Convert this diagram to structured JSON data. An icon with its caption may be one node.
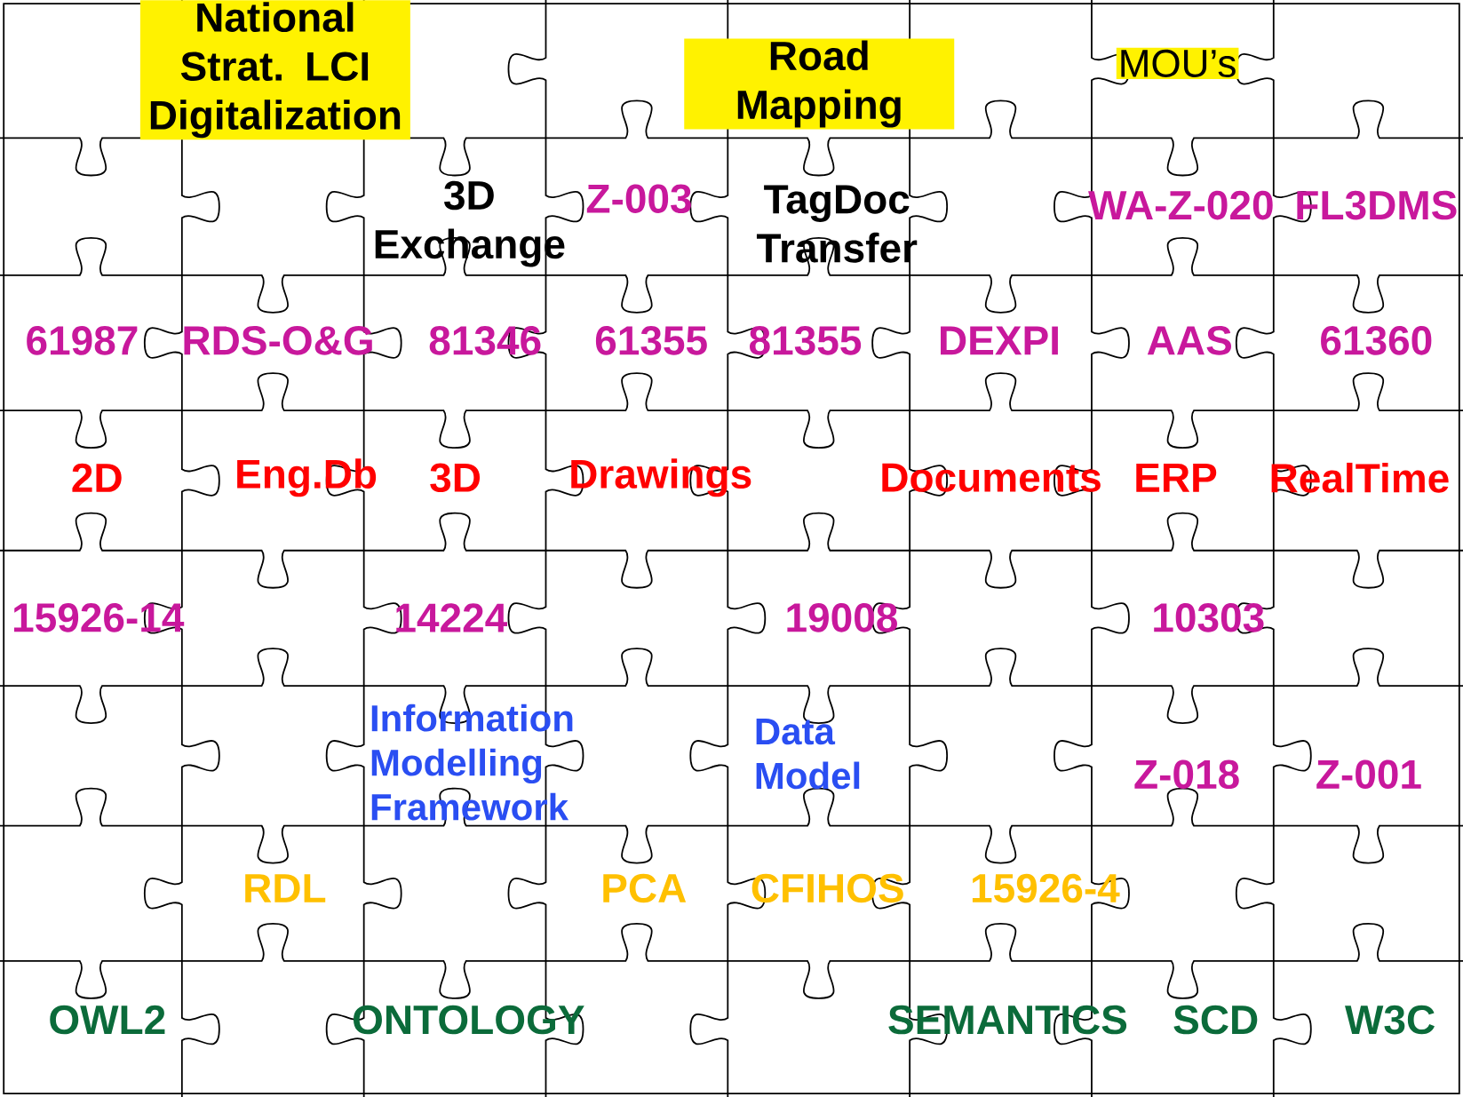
{
  "diagram": {
    "labels": [
      "National Strat. LCI Digitalization",
      "Road Mapping",
      "MOU’s",
      "3D Exchange",
      "Z-003",
      "TagDoc Transfer",
      "WA-Z-020",
      "FL3DMS",
      "61987",
      "RDS-O&G",
      "81346",
      "61355",
      "81355",
      "DEXPI",
      "AAS",
      "61360",
      "2D",
      "Eng.Db",
      "3D",
      "Drawings",
      "Documents",
      "ERP",
      "RealTime",
      "15926-14",
      "14224",
      "19008",
      "10303",
      "Information Modelling Framework",
      "Data Model",
      "Z-018",
      "Z-001",
      "RDL",
      "PCA",
      "CFIHOS",
      "15926-4",
      "OWL2",
      "ONTOLOGY",
      "SEMANTICS",
      "SCD",
      "W3C"
    ]
  }
}
